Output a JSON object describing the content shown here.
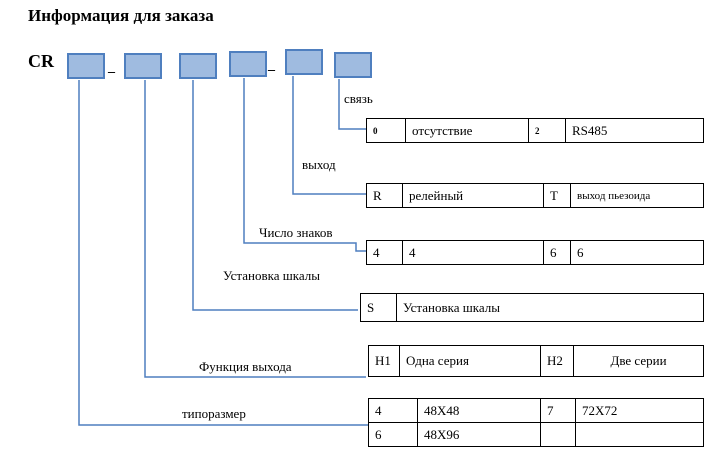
{
  "title": "Информация для заказа",
  "model": "CR",
  "dashes": [
    "_",
    "_"
  ],
  "labels": {
    "svyaz": "связь",
    "vykhod": "выход",
    "chislo": "Число знаков",
    "shkala": "Установка шкалы",
    "funktsiya": "Функция выхода",
    "tiporazmer": "типоразмер"
  },
  "tables": {
    "svyaz": [
      [
        "0",
        "отсутствие",
        "2",
        "RS485"
      ]
    ],
    "vykhod": [
      [
        "R",
        "релейный",
        "T",
        "выход пьезоида"
      ]
    ],
    "chislo": [
      [
        "4",
        "4",
        "6",
        "6"
      ]
    ],
    "shkala": [
      [
        "S",
        "Установка шкалы"
      ]
    ],
    "funktsiya": [
      [
        "H1",
        "Одна серия",
        "H2",
        "Две серии"
      ]
    ],
    "tiporazmer": [
      [
        "4",
        "48X48",
        "7",
        "72X72"
      ],
      [
        "6",
        "48X96",
        "",
        ""
      ]
    ]
  },
  "colors": {
    "box_fill": "#9fbbe0",
    "box_border": "#4f7fbf",
    "line": "#4f7fbf"
  }
}
